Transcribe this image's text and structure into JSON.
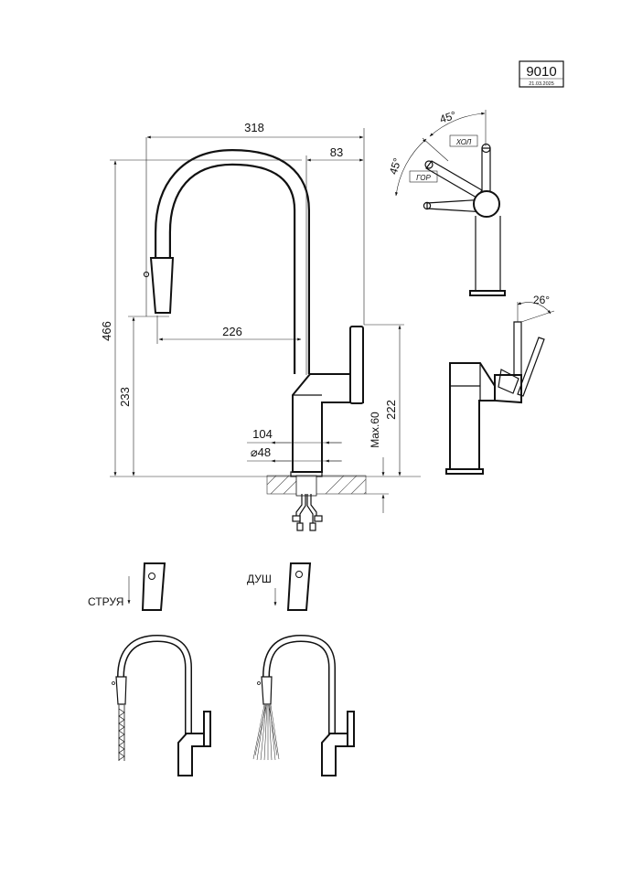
{
  "doc": {
    "model": "9010",
    "date": "21.03.2025"
  },
  "front_view": {
    "dim_width": "318",
    "dim_spout_offset": "83",
    "dim_total_height": "466",
    "dim_reach": "226",
    "dim_spout_height": "233",
    "dim_body_height": "222",
    "dim_base_length": "104",
    "dim_diameter": "⌀48",
    "dim_max_deck": "Max.60"
  },
  "top_view": {
    "angle_cold": "45°",
    "angle_hot": "45°",
    "label_cold": "ХОЛ",
    "label_hot": "ГОР"
  },
  "side_view": {
    "angle_lever": "26°"
  },
  "modes": {
    "stream_label": "СТРУЯ",
    "shower_label": "ДУШ"
  }
}
